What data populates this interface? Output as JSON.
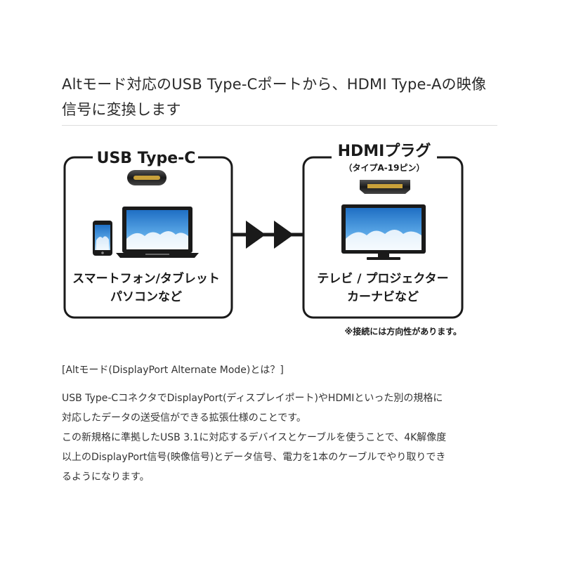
{
  "headline": {
    "line1": "Altモード対応のUSB Type-Cポートから、HDMI Type-Aの映像",
    "line2": "信号に変換します"
  },
  "diagram": {
    "left_box": {
      "title": "USB Type-C",
      "caption_line1": "スマートフォン/タブレット",
      "caption_line2": "パソコンなど"
    },
    "right_box": {
      "title": "HDMIプラグ",
      "subtitle": "（タイプA-19ピン）",
      "caption_line1": "テレビ / プロジェクター",
      "caption_line2": "カーナビなど"
    },
    "note": "※接続には方向性があります。",
    "colors": {
      "outline": "#1a1a1a",
      "screen_sky": "#3d8fd6",
      "connector_gold": "#c9a13a"
    }
  },
  "alt_mode": {
    "title": "[Altモード(DisplayPort Alternate Mode)とは？]",
    "lines": [
      "USB Type-CコネクタでDisplayPort(ディスプレイポート)やHDMIといった別の規格に",
      "対応したデータの送受信ができる拡張仕様のことです。",
      "この新規格に準拠したUSB 3.1に対応するデバイスとケーブルを使うことで、4K解像度",
      "以上のDisplayPort信号(映像信号)とデータ信号、電力を1本のケーブルでやり取りでき",
      "るようになります。"
    ]
  }
}
